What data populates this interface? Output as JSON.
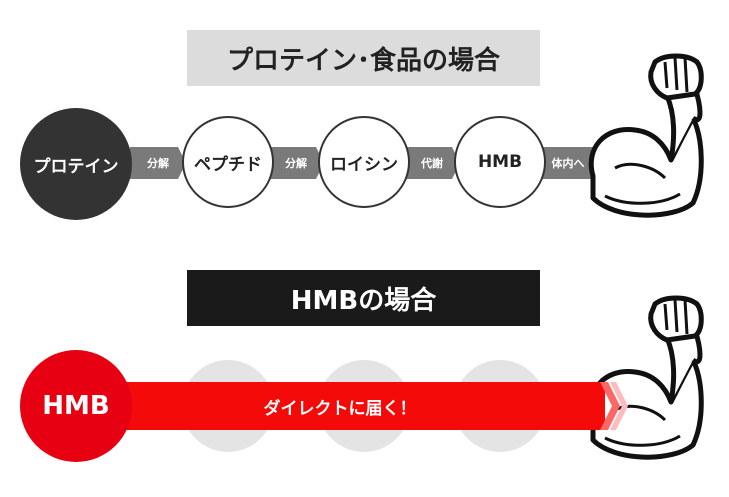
{
  "section1": {
    "title": "プロテイン･食品の場合",
    "steps": [
      {
        "label": "プロテイン"
      },
      {
        "label": "ペプチド"
      },
      {
        "label": "ロイシン"
      },
      {
        "label": "HMB"
      }
    ],
    "arrows": [
      {
        "label": "分解"
      },
      {
        "label": "分解"
      },
      {
        "label": "代謝"
      },
      {
        "label": "体内へ"
      }
    ]
  },
  "section2": {
    "title": "HMBの場合",
    "start_label": "HMB",
    "bar_label": "ダイレクトに届く！"
  },
  "colors": {
    "dark_circle": "#333333",
    "arrow_gray": "#7a7a7a",
    "red": "#e60012",
    "title1_bg": "#dcdcdc",
    "title2_bg": "#1a1a1a"
  }
}
